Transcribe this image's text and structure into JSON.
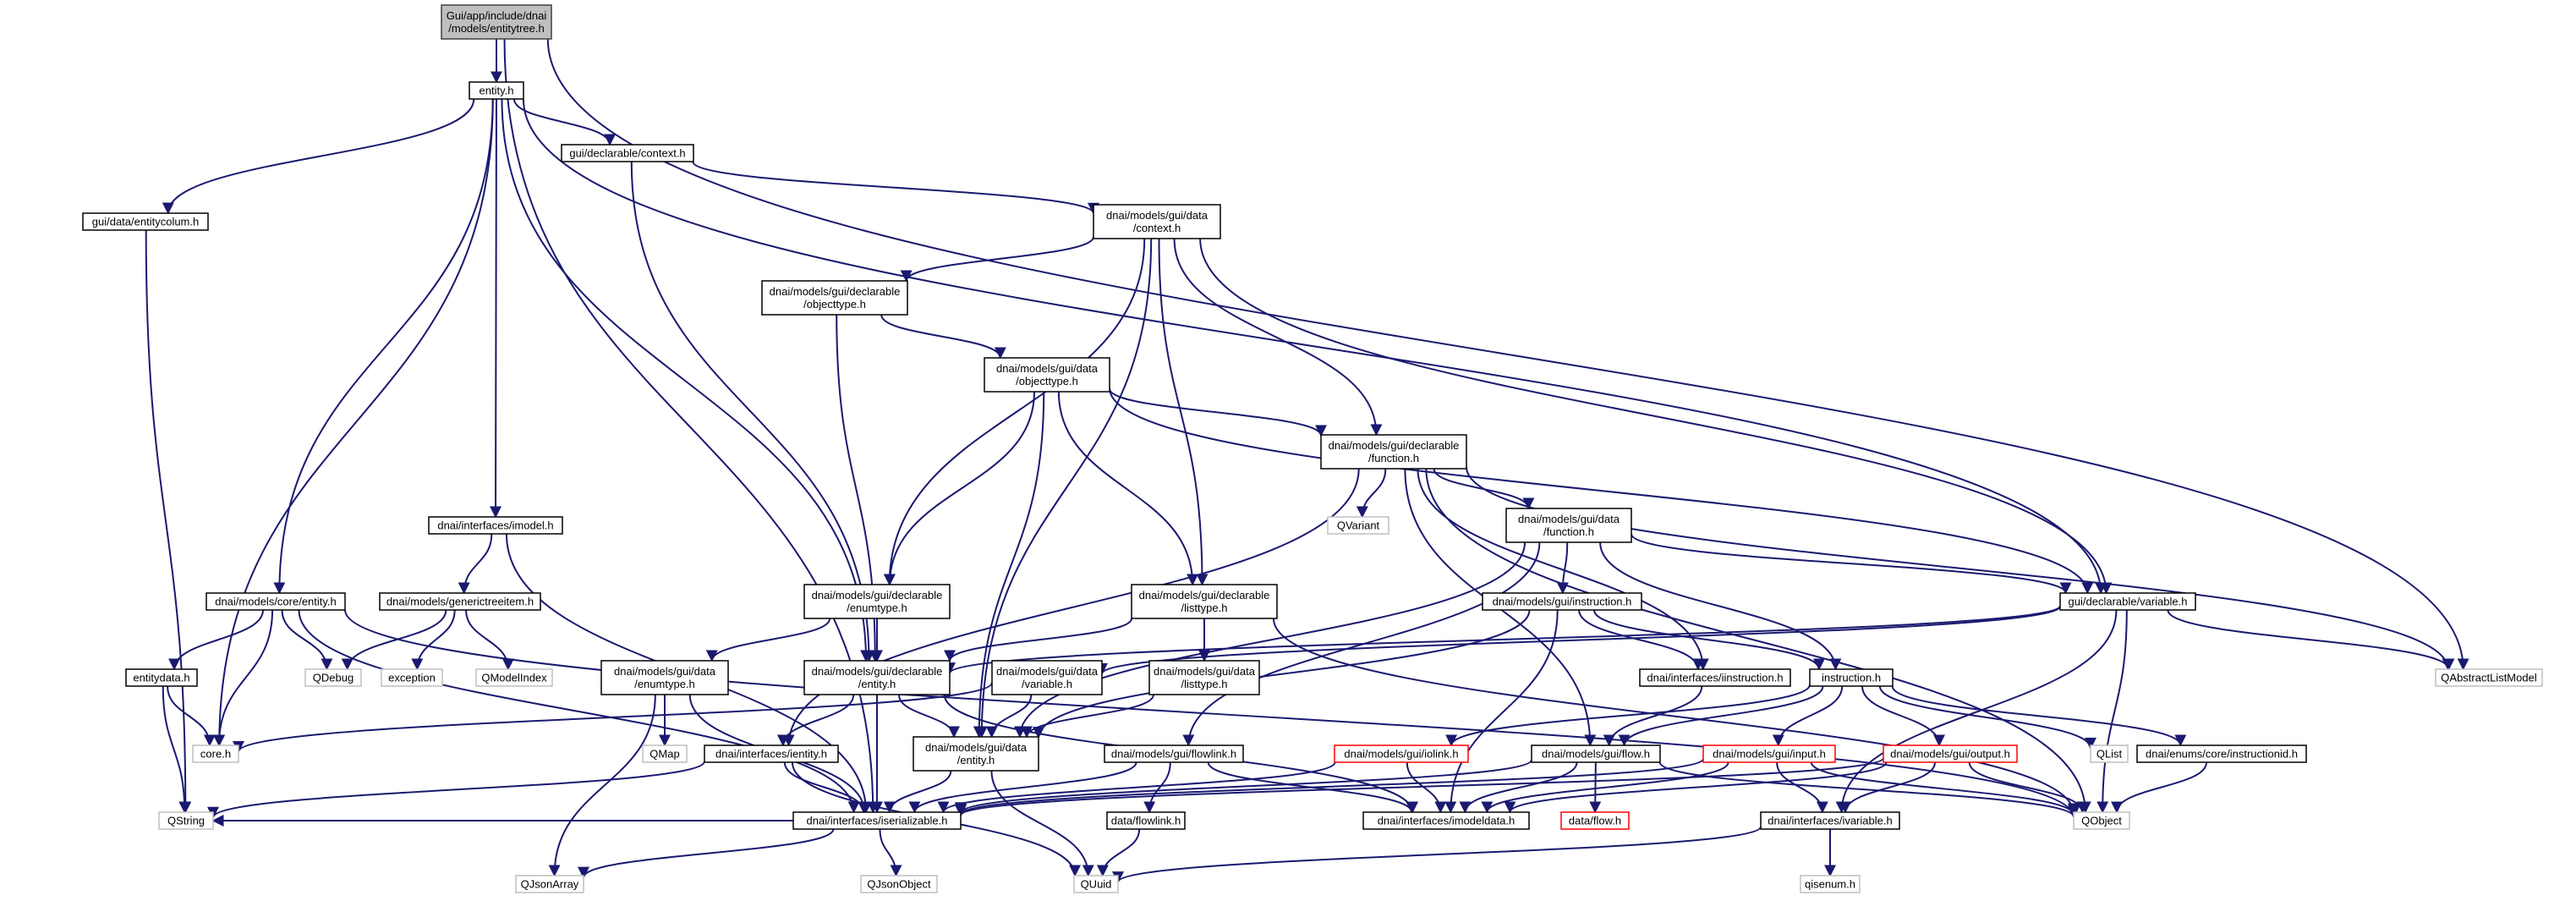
{
  "colors": {
    "edge": "#191970",
    "edge_arrow": "#191970",
    "node_border": "#000000",
    "node_fill": "#ffffff",
    "root_fill": "#bfbfbf",
    "root_border": "#404040",
    "external_border": "#bfbfbf",
    "external_text": "#000000",
    "broken_border": "#ff0000"
  },
  "nodes": [
    {
      "id": "root",
      "lines": [
        "Gui/app/include/dnai",
        "/models/entitytree.h"
      ],
      "style": "root"
    },
    {
      "id": "entity_h",
      "lines": [
        "entity.h"
      ],
      "style": "normal"
    },
    {
      "id": "context_decl",
      "lines": [
        "gui/declarable/context.h"
      ],
      "style": "normal"
    },
    {
      "id": "entitycolum",
      "lines": [
        "gui/data/entitycolum.h"
      ],
      "style": "normal"
    },
    {
      "id": "data_context",
      "lines": [
        "dnai/models/gui/data",
        "/context.h"
      ],
      "style": "normal"
    },
    {
      "id": "decl_objecttype",
      "lines": [
        "dnai/models/gui/declarable",
        "/objecttype.h"
      ],
      "style": "normal"
    },
    {
      "id": "data_objecttype",
      "lines": [
        "dnai/models/gui/data",
        "/objecttype.h"
      ],
      "style": "normal"
    },
    {
      "id": "decl_function",
      "lines": [
        "dnai/models/gui/declarable",
        "/function.h"
      ],
      "style": "normal"
    },
    {
      "id": "qvariant",
      "lines": [
        "QVariant"
      ],
      "style": "external"
    },
    {
      "id": "data_function",
      "lines": [
        "dnai/models/gui/data",
        "/function.h"
      ],
      "style": "normal"
    },
    {
      "id": "imodel",
      "lines": [
        "dnai/interfaces/imodel.h"
      ],
      "style": "normal"
    },
    {
      "id": "decl_enumtype",
      "lines": [
        "dnai/models/gui/declarable",
        "/enumtype.h"
      ],
      "style": "normal"
    },
    {
      "id": "decl_listtype",
      "lines": [
        "dnai/models/gui/declarable",
        "/listtype.h"
      ],
      "style": "normal"
    },
    {
      "id": "gui_instruction",
      "lines": [
        "dnai/models/gui/instruction.h"
      ],
      "style": "normal"
    },
    {
      "id": "decl_variable",
      "lines": [
        "gui/declarable/variable.h"
      ],
      "style": "normal"
    },
    {
      "id": "core_entity",
      "lines": [
        "dnai/models/core/entity.h"
      ],
      "style": "normal"
    },
    {
      "id": "generictreeitem",
      "lines": [
        "dnai/models/generictreeitem.h"
      ],
      "style": "normal"
    },
    {
      "id": "data_enumtype",
      "lines": [
        "dnai/models/gui/data",
        "/enumtype.h"
      ],
      "style": "normal"
    },
    {
      "id": "decl_entity",
      "lines": [
        "dnai/models/gui/declarable",
        "/entity.h"
      ],
      "style": "normal"
    },
    {
      "id": "data_variable",
      "lines": [
        "dnai/models/gui/data",
        "/variable.h"
      ],
      "style": "normal"
    },
    {
      "id": "data_listtype",
      "lines": [
        "dnai/models/gui/data",
        "/listtype.h"
      ],
      "style": "normal"
    },
    {
      "id": "iinstruction",
      "lines": [
        "dnai/interfaces/iinstruction.h"
      ],
      "style": "normal"
    },
    {
      "id": "instruction_h",
      "lines": [
        "instruction.h"
      ],
      "style": "normal"
    },
    {
      "id": "qabstractlistmodel",
      "lines": [
        "QAbstractListModel"
      ],
      "style": "external"
    },
    {
      "id": "entitydata",
      "lines": [
        "entitydata.h"
      ],
      "style": "normal"
    },
    {
      "id": "qdebug",
      "lines": [
        "QDebug"
      ],
      "style": "external"
    },
    {
      "id": "exception",
      "lines": [
        "exception"
      ],
      "style": "external"
    },
    {
      "id": "qmodelindex",
      "lines": [
        "QModelIndex"
      ],
      "style": "external"
    },
    {
      "id": "core_h",
      "lines": [
        "core.h"
      ],
      "style": "external"
    },
    {
      "id": "qmap",
      "lines": [
        "QMap"
      ],
      "style": "external"
    },
    {
      "id": "ientity",
      "lines": [
        "dnai/interfaces/ientity.h"
      ],
      "style": "normal"
    },
    {
      "id": "data_entity",
      "lines": [
        "dnai/models/gui/data",
        "/entity.h"
      ],
      "style": "normal"
    },
    {
      "id": "flowlink",
      "lines": [
        "dnai/models/gui/flowlink.h"
      ],
      "style": "normal"
    },
    {
      "id": "iolink",
      "lines": [
        "dnai/models/gui/iolink.h"
      ],
      "style": "broken"
    },
    {
      "id": "flow_h",
      "lines": [
        "dnai/models/gui/flow.h"
      ],
      "style": "normal"
    },
    {
      "id": "input_h",
      "lines": [
        "dnai/models/gui/input.h"
      ],
      "style": "broken"
    },
    {
      "id": "output_h",
      "lines": [
        "dnai/models/gui/output.h"
      ],
      "style": "broken"
    },
    {
      "id": "qlist",
      "lines": [
        "QList"
      ],
      "style": "external"
    },
    {
      "id": "instructionid",
      "lines": [
        "dnai/enums/core/instructionid.h"
      ],
      "style": "normal"
    },
    {
      "id": "qstring",
      "lines": [
        "QString"
      ],
      "style": "external"
    },
    {
      "id": "iserializable",
      "lines": [
        "dnai/interfaces/iserializable.h"
      ],
      "style": "normal"
    },
    {
      "id": "data_flowlink",
      "lines": [
        "data/flowlink.h"
      ],
      "style": "normal"
    },
    {
      "id": "imodeldata",
      "lines": [
        "dnai/interfaces/imodeldata.h"
      ],
      "style": "normal"
    },
    {
      "id": "data_flow",
      "lines": [
        "data/flow.h"
      ],
      "style": "broken"
    },
    {
      "id": "ivariable",
      "lines": [
        "dnai/interfaces/ivariable.h"
      ],
      "style": "normal"
    },
    {
      "id": "qobject",
      "lines": [
        "QObject"
      ],
      "style": "external"
    },
    {
      "id": "qjsonarray",
      "lines": [
        "QJsonArray"
      ],
      "style": "external"
    },
    {
      "id": "qjsonobject",
      "lines": [
        "QJsonObject"
      ],
      "style": "external"
    },
    {
      "id": "quuid",
      "lines": [
        "QUuid"
      ],
      "style": "external"
    },
    {
      "id": "qisenum",
      "lines": [
        "qisenum.h"
      ],
      "style": "external"
    }
  ],
  "edges": [
    [
      "root",
      "entity_h"
    ],
    [
      "root",
      "qabstractlistmodel"
    ],
    [
      "root",
      "iserializable"
    ],
    [
      "entity_h",
      "context_decl"
    ],
    [
      "entity_h",
      "entitycolum"
    ],
    [
      "entity_h",
      "imodel"
    ],
    [
      "entity_h",
      "core_entity"
    ],
    [
      "entity_h",
      "core_h"
    ],
    [
      "entity_h",
      "decl_entity"
    ],
    [
      "entity_h",
      "decl_variable"
    ],
    [
      "context_decl",
      "data_context"
    ],
    [
      "context_decl",
      "decl_entity"
    ],
    [
      "entitycolum",
      "qstring"
    ],
    [
      "data_context",
      "decl_objecttype"
    ],
    [
      "data_context",
      "decl_enumtype"
    ],
    [
      "data_context",
      "decl_listtype"
    ],
    [
      "data_context",
      "decl_function"
    ],
    [
      "data_context",
      "decl_variable"
    ],
    [
      "data_context",
      "data_entity"
    ],
    [
      "decl_objecttype",
      "data_objecttype"
    ],
    [
      "decl_objecttype",
      "decl_entity"
    ],
    [
      "data_objecttype",
      "decl_function"
    ],
    [
      "data_objecttype",
      "decl_enumtype"
    ],
    [
      "data_objecttype",
      "decl_listtype"
    ],
    [
      "data_objecttype",
      "data_entity"
    ],
    [
      "data_objecttype",
      "decl_variable"
    ],
    [
      "decl_function",
      "qvariant"
    ],
    [
      "decl_function",
      "data_function"
    ],
    [
      "decl_function",
      "iinstruction"
    ],
    [
      "decl_function",
      "flow_h"
    ],
    [
      "decl_function",
      "ientity"
    ],
    [
      "decl_function",
      "qabstractlistmodel"
    ],
    [
      "decl_function",
      "qobject"
    ],
    [
      "data_function",
      "decl_variable"
    ],
    [
      "data_function",
      "gui_instruction"
    ],
    [
      "data_function",
      "instruction_h"
    ],
    [
      "data_function",
      "data_entity"
    ],
    [
      "data_function",
      "flowlink"
    ],
    [
      "imodel",
      "generictreeitem"
    ],
    [
      "imodel",
      "iserializable"
    ],
    [
      "decl_enumtype",
      "data_enumtype"
    ],
    [
      "decl_enumtype",
      "decl_entity"
    ],
    [
      "decl_listtype",
      "data_listtype"
    ],
    [
      "decl_listtype",
      "decl_entity"
    ],
    [
      "decl_listtype",
      "qobject"
    ],
    [
      "gui_instruction",
      "iinstruction"
    ],
    [
      "gui_instruction",
      "instruction_h"
    ],
    [
      "gui_instruction",
      "imodeldata"
    ],
    [
      "gui_instruction",
      "data_entity"
    ],
    [
      "decl_variable",
      "data_variable"
    ],
    [
      "decl_variable",
      "decl_entity"
    ],
    [
      "decl_variable",
      "qabstractlistmodel"
    ],
    [
      "decl_variable",
      "ivariable"
    ],
    [
      "decl_variable",
      "qobject"
    ],
    [
      "core_entity",
      "entitydata"
    ],
    [
      "core_entity",
      "qdebug"
    ],
    [
      "core_entity",
      "core_h"
    ],
    [
      "core_entity",
      "iserializable"
    ],
    [
      "core_entity",
      "qobject"
    ],
    [
      "generictreeitem",
      "qdebug"
    ],
    [
      "generictreeitem",
      "exception"
    ],
    [
      "generictreeitem",
      "qmodelindex"
    ],
    [
      "data_enumtype",
      "qmap"
    ],
    [
      "data_enumtype",
      "iserializable"
    ],
    [
      "data_enumtype",
      "qjsonarray"
    ],
    [
      "decl_entity",
      "ientity"
    ],
    [
      "decl_entity",
      "data_entity"
    ],
    [
      "decl_entity",
      "iserializable"
    ],
    [
      "decl_entity",
      "imodeldata"
    ],
    [
      "data_variable",
      "data_entity"
    ],
    [
      "data_variable",
      "core_h"
    ],
    [
      "data_listtype",
      "data_entity"
    ],
    [
      "iinstruction",
      "flow_h"
    ],
    [
      "instruction_h",
      "iolink"
    ],
    [
      "instruction_h",
      "flow_h"
    ],
    [
      "instruction_h",
      "input_h"
    ],
    [
      "instruction_h",
      "output_h"
    ],
    [
      "instruction_h",
      "qlist"
    ],
    [
      "instruction_h",
      "instructionid"
    ],
    [
      "entitydata",
      "core_h"
    ],
    [
      "entitydata",
      "qstring"
    ],
    [
      "ientity",
      "qstring"
    ],
    [
      "ientity",
      "iserializable"
    ],
    [
      "ientity",
      "quuid"
    ],
    [
      "data_entity",
      "iserializable"
    ],
    [
      "data_entity",
      "quuid"
    ],
    [
      "flowlink",
      "data_flowlink"
    ],
    [
      "flowlink",
      "iserializable"
    ],
    [
      "flowlink",
      "imodeldata"
    ],
    [
      "iolink",
      "imodeldata"
    ],
    [
      "iolink",
      "iserializable"
    ],
    [
      "flow_h",
      "data_flow"
    ],
    [
      "flow_h",
      "imodeldata"
    ],
    [
      "flow_h",
      "iserializable"
    ],
    [
      "flow_h",
      "qobject"
    ],
    [
      "input_h",
      "ivariable"
    ],
    [
      "input_h",
      "imodeldata"
    ],
    [
      "input_h",
      "iserializable"
    ],
    [
      "input_h",
      "qobject"
    ],
    [
      "output_h",
      "ivariable"
    ],
    [
      "output_h",
      "imodeldata"
    ],
    [
      "output_h",
      "iserializable"
    ],
    [
      "output_h",
      "qobject"
    ],
    [
      "instructionid",
      "qobject"
    ],
    [
      "iserializable",
      "qjsonarray"
    ],
    [
      "iserializable",
      "qjsonobject"
    ],
    [
      "iserializable",
      "qstring"
    ],
    [
      "data_flowlink",
      "quuid"
    ],
    [
      "ivariable",
      "quuid"
    ],
    [
      "ivariable",
      "qisenum"
    ]
  ]
}
